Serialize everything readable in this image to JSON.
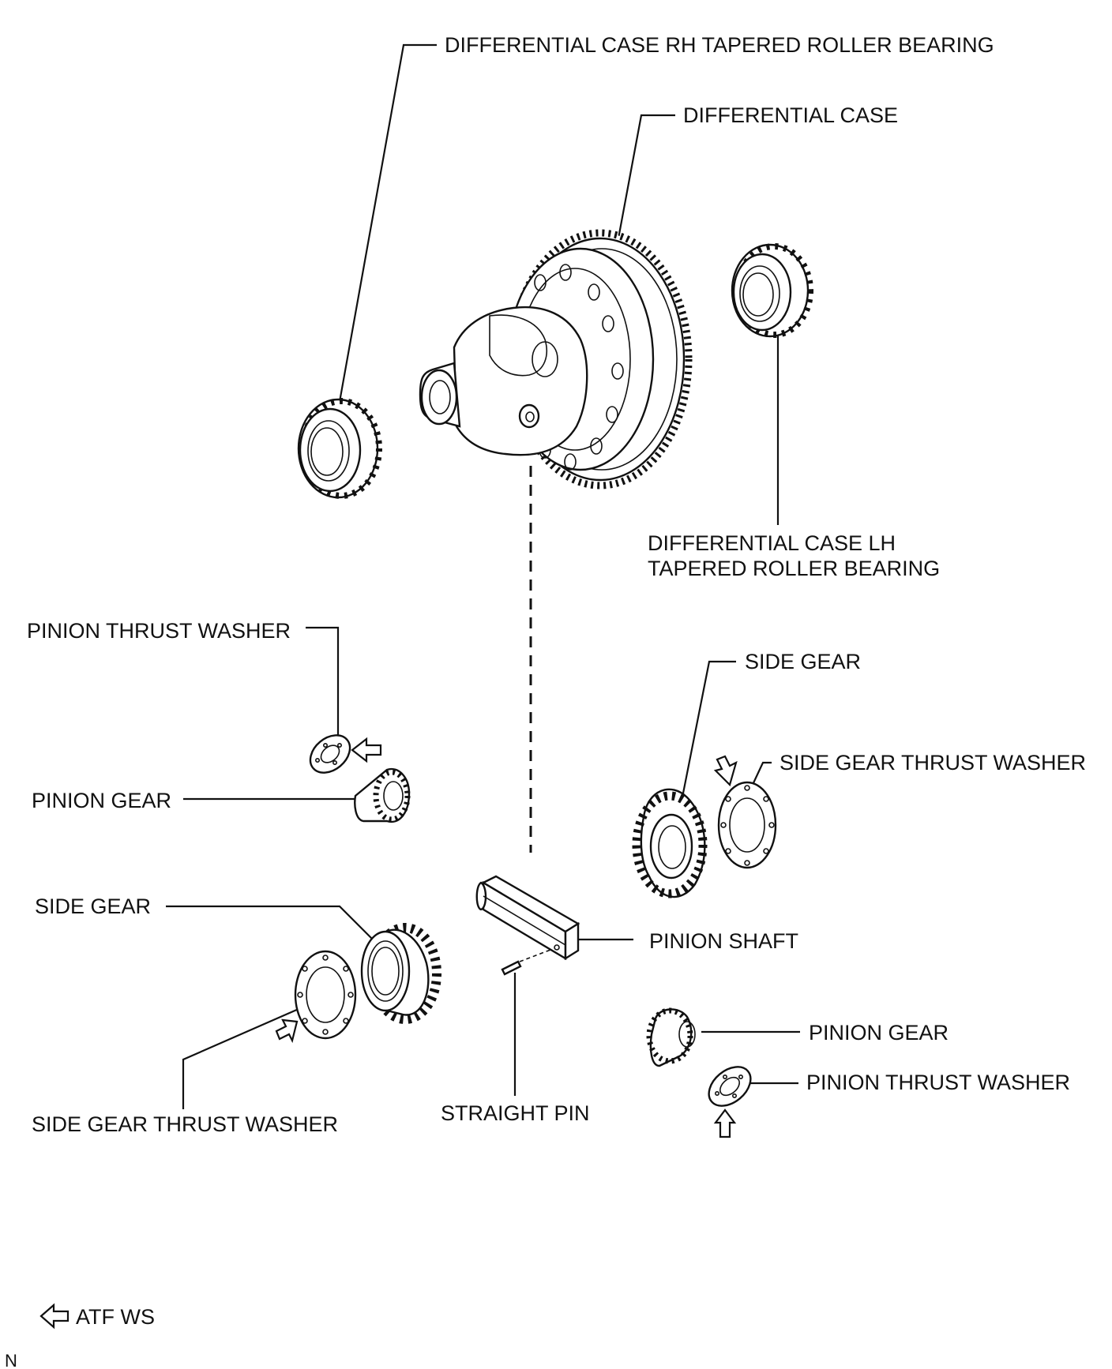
{
  "labels": {
    "rh_bearing": "DIFFERENTIAL CASE RH TAPERED ROLLER BEARING",
    "diff_case": "DIFFERENTIAL CASE",
    "lh_bearing_line1": "DIFFERENTIAL CASE LH",
    "lh_bearing_line2": "TAPERED ROLLER BEARING",
    "pinion_thrust_washer_left": "PINION THRUST WASHER",
    "pinion_gear_left": "PINION GEAR",
    "side_gear_left": "SIDE GEAR",
    "side_gear_thrust_washer_left": "SIDE GEAR THRUST WASHER",
    "straight_pin": "STRAIGHT PIN",
    "pinion_shaft": "PINION SHAFT",
    "side_gear_right": "SIDE GEAR",
    "side_gear_thrust_washer_right": "SIDE GEAR THRUST WASHER",
    "pinion_gear_right": "PINION GEAR",
    "pinion_thrust_washer_right": "PINION THRUST WASHER"
  },
  "legend": {
    "atf_ws": "ATF WS"
  },
  "figure_code": "N"
}
